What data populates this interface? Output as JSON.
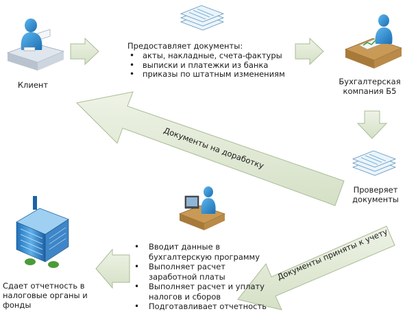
{
  "nodes": {
    "client": {
      "label": "Клиент"
    },
    "accounting": {
      "label": "Бухгалтерская компания Б5"
    },
    "checks": {
      "label": "Проверяет документы"
    },
    "reports": {
      "label": "Сдает отчетность в налоговые органы и фонды"
    }
  },
  "provides": {
    "title": "Предоставляет  документы:",
    "items": [
      "акты, накладные, счета-фактуры",
      "выписки и платежки из банка",
      "приказы по штатным изменениям"
    ]
  },
  "actions": {
    "items": [
      "Вводит данные в бухгалтерскую программу",
      "Выполняет расчет заработной платы",
      "Выполняет расчет и уплату налогов и сборов",
      "Подготавливает отчетность"
    ]
  },
  "arrows": {
    "rework": "Документы на доработку",
    "accepted": "Документы приняты к учету"
  },
  "colors": {
    "arrow_fill": "#e4ecd9",
    "arrow_stroke": "#a9bb96",
    "person": "#2c8fcf",
    "building": "#3a8ed4"
  },
  "icons": [
    "person-at-desk-icon",
    "documents-stack-icon",
    "accountant-at-desk-icon",
    "office-building-icon",
    "operator-at-computer-icon"
  ]
}
